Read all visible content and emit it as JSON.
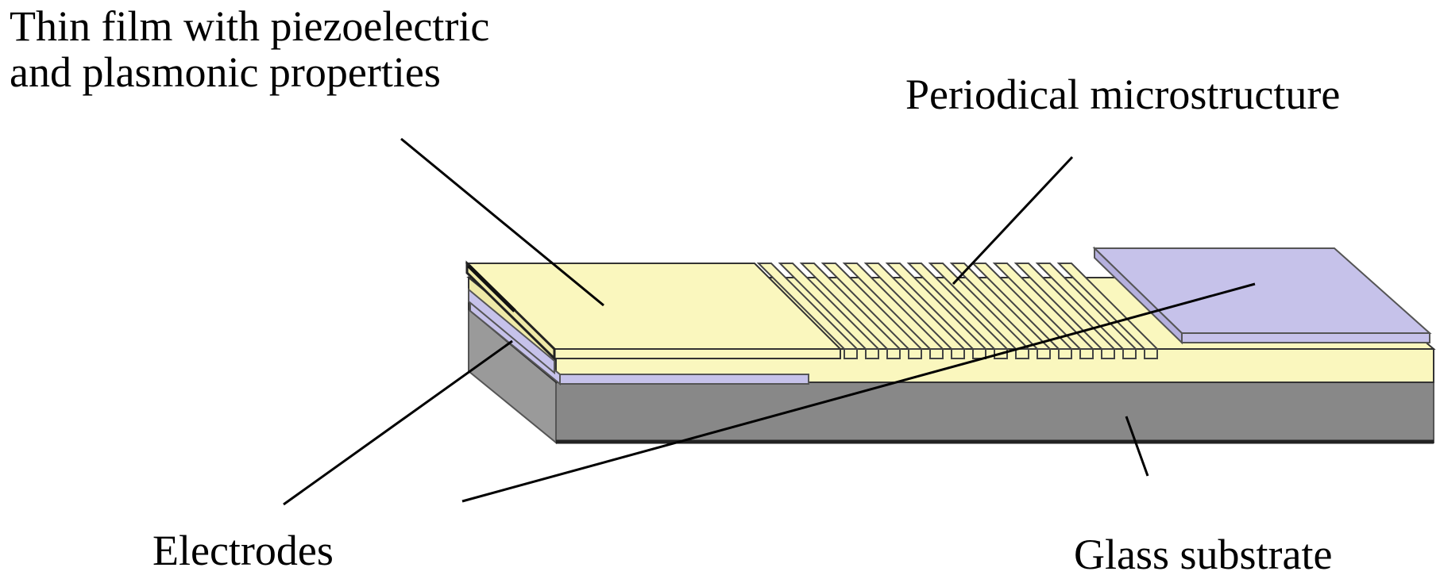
{
  "labels": {
    "thin_film_line1": "Thin film with piezoelectric",
    "thin_film_line2": "and plasmonic properties",
    "periodical_microstructure": "Periodical microstructure",
    "electrodes": "Electrodes",
    "glass_substrate": "Glass substrate"
  },
  "colors": {
    "thin_film": "#FAF7BE",
    "electrode": "#C6C2EA",
    "glass_top": "#B2B2B2",
    "glass_front": "#888888",
    "glass_side": "#9A9A9A",
    "outline": "#000000",
    "background": "#FFFFFF"
  },
  "grating": {
    "ridge_count": 15
  }
}
